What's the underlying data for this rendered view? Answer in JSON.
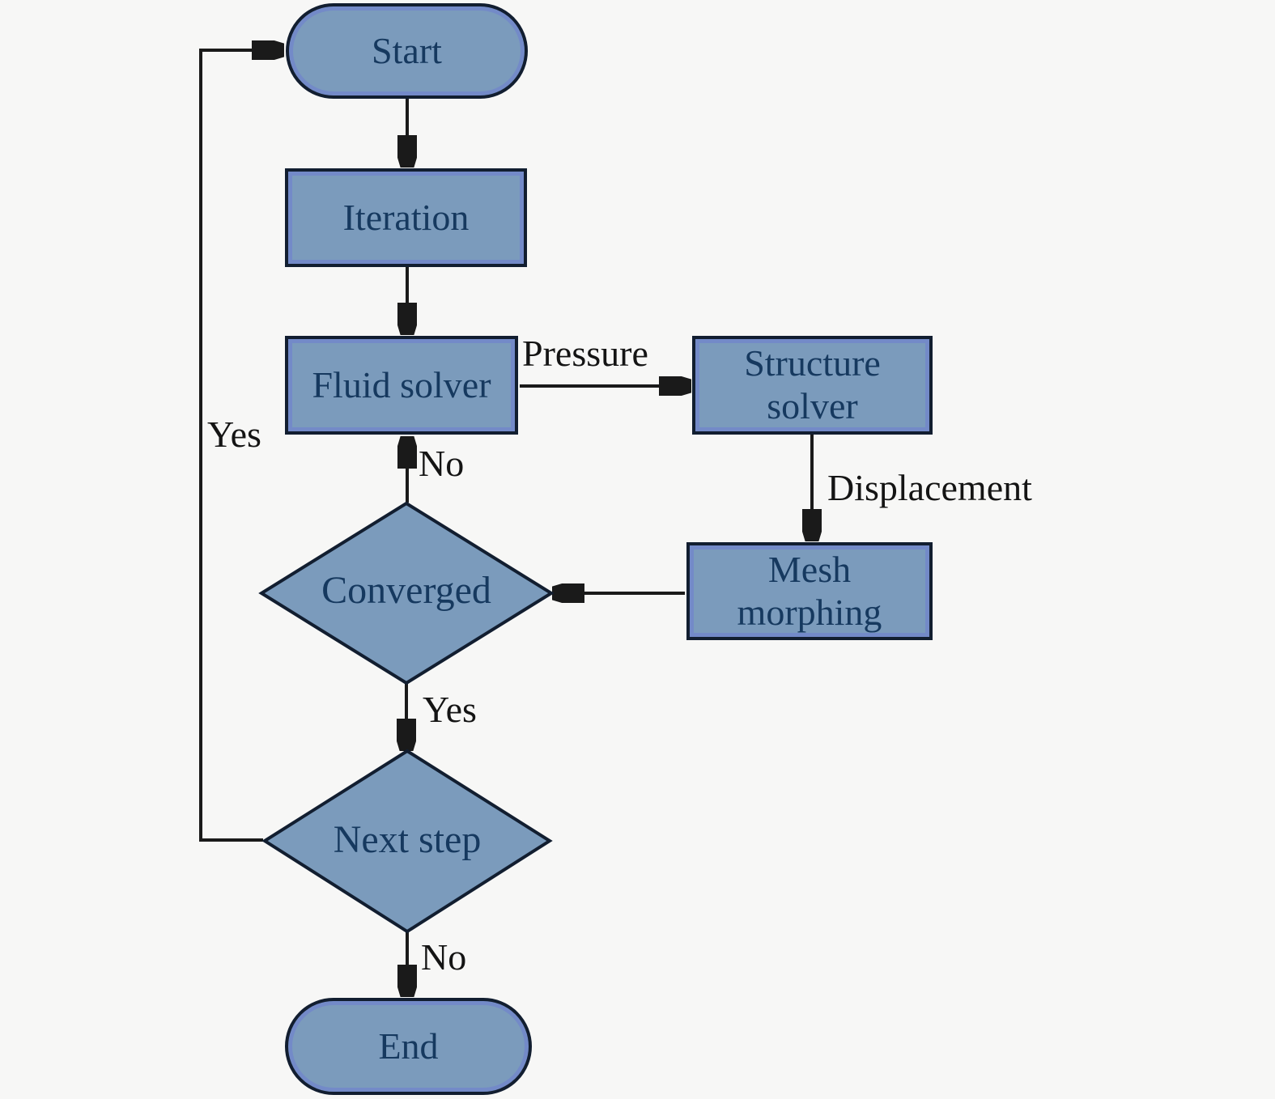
{
  "diagram": {
    "type": "flowchart",
    "background_color": "#f7f7f6",
    "node_fill_color": "#7b9bbc",
    "node_border_color": "#121e30",
    "node_text_color": "#16395f",
    "edge_color": "#1a1a1a",
    "nodes": [
      {
        "id": "start",
        "shape": "stadium",
        "label": "Start"
      },
      {
        "id": "iteration",
        "shape": "process",
        "label": "Iteration"
      },
      {
        "id": "fluid-solver",
        "shape": "process",
        "label": "Fluid solver"
      },
      {
        "id": "structure-solver",
        "shape": "process",
        "label": "Structure solver"
      },
      {
        "id": "mesh-morphing",
        "shape": "process",
        "label": "Mesh morphing"
      },
      {
        "id": "converged",
        "shape": "decision",
        "label": "Converged"
      },
      {
        "id": "next-step",
        "shape": "decision",
        "label": "Next step"
      },
      {
        "id": "end",
        "shape": "stadium",
        "label": "End"
      }
    ],
    "edges": [
      {
        "from": "start",
        "to": "iteration",
        "label": ""
      },
      {
        "from": "iteration",
        "to": "fluid-solver",
        "label": ""
      },
      {
        "from": "fluid-solver",
        "to": "structure-solver",
        "label": "Pressure"
      },
      {
        "from": "structure-solver",
        "to": "mesh-morphing",
        "label": "Displacement"
      },
      {
        "from": "mesh-morphing",
        "to": "converged",
        "label": ""
      },
      {
        "from": "converged",
        "to": "fluid-solver",
        "label": "No"
      },
      {
        "from": "converged",
        "to": "next-step",
        "label": "Yes"
      },
      {
        "from": "next-step",
        "to": "start",
        "label": "Yes"
      },
      {
        "from": "next-step",
        "to": "end",
        "label": "No"
      }
    ]
  }
}
